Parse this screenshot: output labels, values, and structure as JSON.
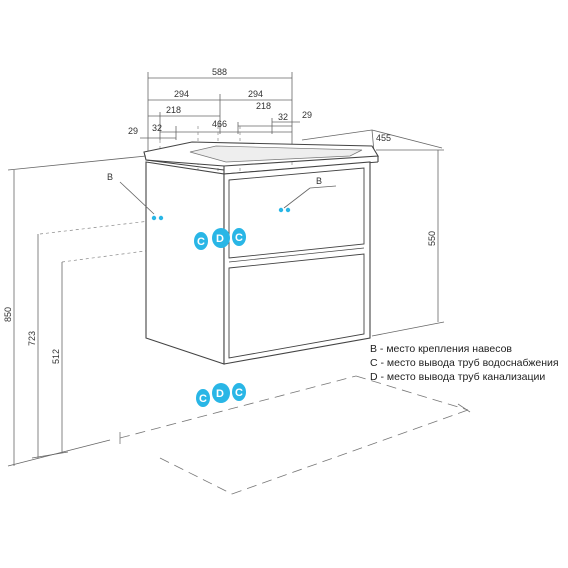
{
  "dimensions": {
    "total_width": "588",
    "half_left": "294",
    "half_right": "294",
    "offset_left": "218",
    "offset_right": "218",
    "center": "466",
    "edge_left": "29",
    "gap_left": "32",
    "gap_right": "32",
    "edge_right": "29",
    "depth": "455",
    "height_total": "850",
    "height_body": "550",
    "height_mount": "723",
    "height_pipe": "512"
  },
  "markers": {
    "b": "B",
    "c": "C",
    "d": "D"
  },
  "legend": [
    "B - место крепления навесов",
    "C - место вывода труб водоснабжения",
    "D - место вывода труб канализации"
  ],
  "colors": {
    "line": "#555555",
    "marker": "#29b6e6",
    "text": "#333333"
  }
}
